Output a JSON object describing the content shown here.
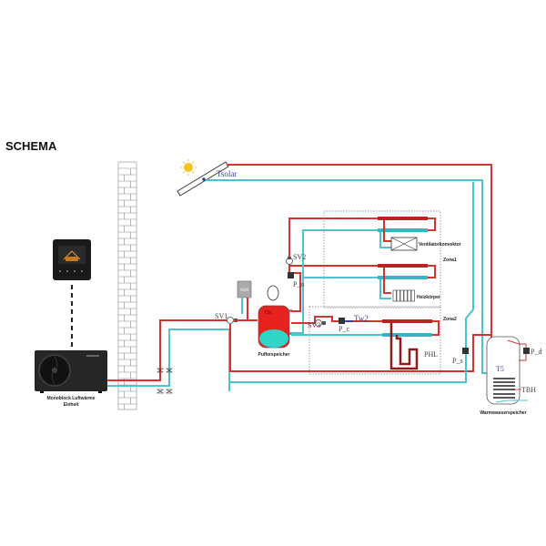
{
  "title": "SCHEMA",
  "labels": {
    "tsolar": "Tsolar",
    "heat_pump": "Monoblock Luftwärme",
    "heat_pump_2": "Einheit",
    "ahs": "AHS",
    "tbt": "Tbt",
    "sv1": "SV1",
    "sv2": "SV2",
    "sv3": "SV3",
    "p_o": "P_o",
    "p_c": "P_c",
    "p_s": "P_s",
    "p_d": "P_d",
    "tw2": "Tw2",
    "buffer": "Pufferspeicher",
    "fancoil": "Ventilatorkonvektor",
    "zona1": "Zona1",
    "radiator": "Heizkörper",
    "zona2": "Zona2",
    "phl": "PHL",
    "t5": "T5",
    "tbh": "TBH",
    "dhw_tank": "Warmwasserspeicher"
  },
  "colors": {
    "hot": "#d6322e",
    "cold": "#4cc3d0",
    "tank_hot": "#e8231f",
    "tank_cold": "#2fd6c8"
  }
}
